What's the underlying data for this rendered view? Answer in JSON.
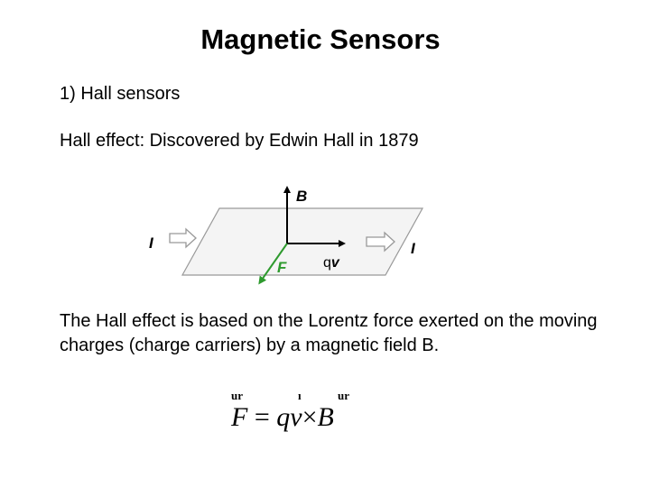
{
  "slide": {
    "title": "Magnetic Sensors",
    "subtitle": "1) Hall sensors",
    "intro": "Hall effect: Discovered by Edwin Hall in 1879",
    "body": "The Hall effect is based on the Lorentz force exerted on the moving charges (charge carriers) by a magnetic field B."
  },
  "diagram": {
    "label_b": "B",
    "label_i_left": "I",
    "label_i_right": "I",
    "label_f": "F",
    "label_qv_q": "q",
    "label_qv_v": "v",
    "colors": {
      "force_arrow": "#2e9a2e",
      "force_label": "#2e9a2e",
      "outline": "#999999"
    }
  },
  "formula": {
    "F": "F",
    "eq": " = ",
    "qv": "qv",
    "times": "×",
    "B": "B",
    "vec_marks": [
      "ur",
      "ı",
      "ur"
    ]
  }
}
